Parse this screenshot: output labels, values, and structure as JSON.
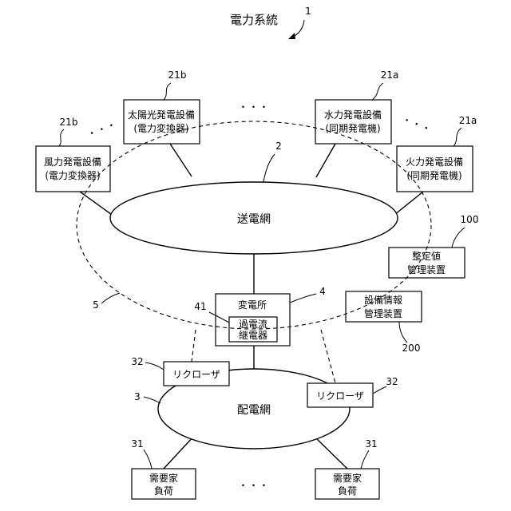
{
  "title": "電力系統",
  "continuation": "・・・",
  "refs": {
    "system": "1",
    "solar": "21b",
    "hydro": "21a",
    "wind": "21b",
    "thermal": "21a",
    "transmission": "2",
    "setting": "100",
    "substation": "4",
    "relay": "41",
    "region": "5",
    "equipment": "200",
    "distribution": "3",
    "recloser_left": "32",
    "recloser_right": "32",
    "load_left": "31",
    "load_right": "31"
  },
  "nodes": {
    "solar": [
      "太陽光発電設備",
      "(電力変換器)"
    ],
    "hydro": [
      "水力発電設備",
      "(同期発電機)"
    ],
    "wind": [
      "風力発電設備",
      "(電力変換器)"
    ],
    "thermal": [
      "火力発電設備",
      "(同期発電機)"
    ],
    "setting_manager": [
      "整定値",
      "管理装置"
    ],
    "equipment_manager": [
      "設備情報",
      "管理装置"
    ],
    "substation": "変電所",
    "relay": [
      "過電流",
      "継電器"
    ],
    "recloser_left": "リクローザ",
    "recloser_right": "リクローザ",
    "load_left": [
      "需要家",
      "負荷"
    ],
    "load_right": [
      "需要家",
      "負荷"
    ]
  },
  "networks": {
    "transmission": "送電網",
    "distribution": "配電網"
  }
}
